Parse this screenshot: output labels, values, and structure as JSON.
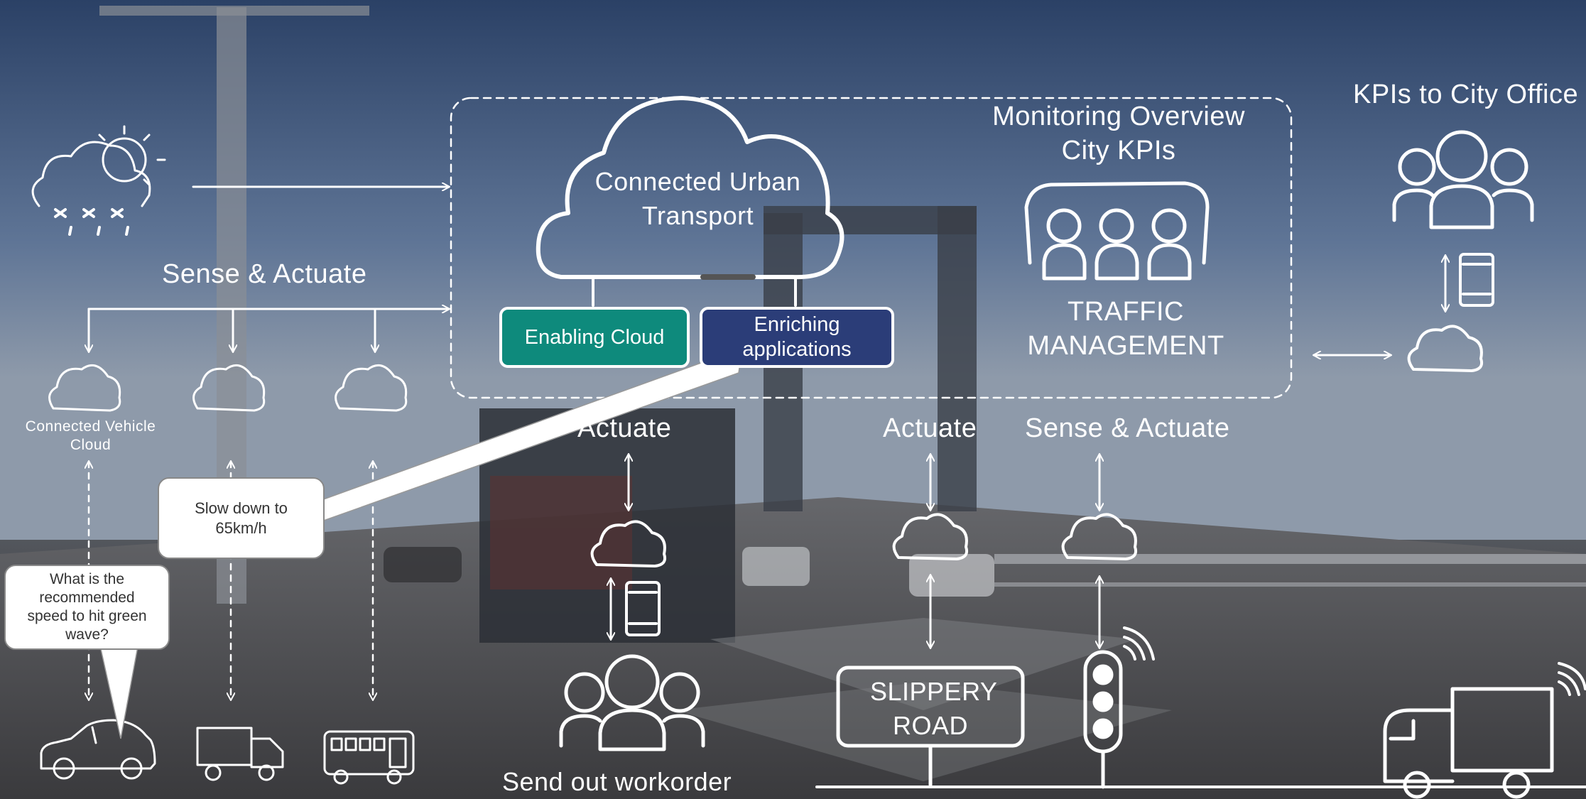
{
  "labels": {
    "cloud_title": "Connected Urban Transport",
    "enabling_cloud": "Enabling Cloud",
    "enriching_apps": "Enriching applications",
    "monitoring": "Monitoring Overview City KPIs",
    "traffic_mgmt": "TRAFFIC MANAGEMENT",
    "kpis_city": "KPIs to City Office",
    "sense_actuate_left": "Sense & Actuate",
    "connected_vehicle_cloud": "Connected Vehicle Cloud",
    "actuate_1": "Actuate",
    "actuate_2": "Actuate",
    "sense_actuate_right": "Sense & Actuate",
    "slow_down": "Slow down to 65km/h",
    "question": "What is the recommended speed to hit green wave?",
    "slippery_road": "SLIPPERY ROAD",
    "workorder": "Send out workorder"
  },
  "colors": {
    "enabling_cloud": "#0e8a7c",
    "enriching_apps": "#2b3d78",
    "line": "#ffffff"
  },
  "icons": [
    "weather-snow-icon",
    "cloud-icon",
    "people-group-icon",
    "meeting-room-icon",
    "smartphone-icon",
    "car-icon",
    "truck-icon",
    "bus-icon",
    "traffic-light-icon",
    "wireless-signal-icon",
    "road-sign-icon"
  ]
}
